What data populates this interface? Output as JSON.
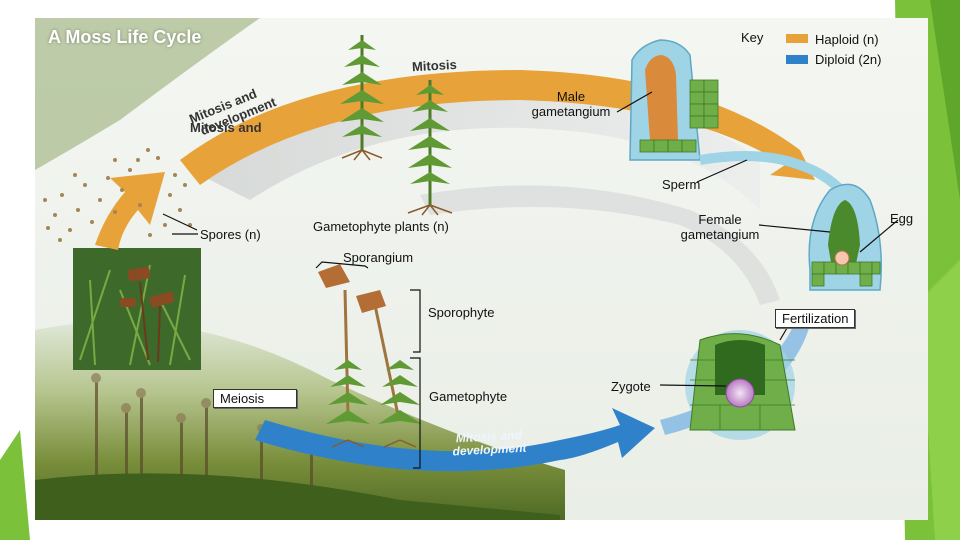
{
  "title": "A Moss Life Cycle",
  "colors": {
    "haploid": "#e8a23a",
    "diploid": "#2f82c9",
    "slide_green": "#7cc13a"
  },
  "key": {
    "heading": "Key",
    "haploid": "Haploid (n)",
    "diploid": "Diploid (2n)"
  },
  "arrows": {
    "mitosis_top": "Mitosis",
    "mitosis_dev_left_1": "Mitosis and",
    "mitosis_dev_left_2": "development",
    "mitosis_dev_bottom_1": "Mitosis and",
    "mitosis_dev_bottom_2": "development"
  },
  "labels": {
    "male_gametangium_1": "Male",
    "male_gametangium_2": "gametangium",
    "sperm": "Sperm",
    "female_gametangium_1": "Female",
    "female_gametangium_2": "gametangium",
    "egg": "Egg",
    "spores": "Spores (n)",
    "gametophyte_plants": "Gametophyte plants (n)",
    "sporangium": "Sporangium",
    "sporophyte": "Sporophyte",
    "fertilization": "Fertilization",
    "zygote": "Zygote",
    "meiosis": "Meiosis",
    "gametophyte": "Gametophyte"
  }
}
